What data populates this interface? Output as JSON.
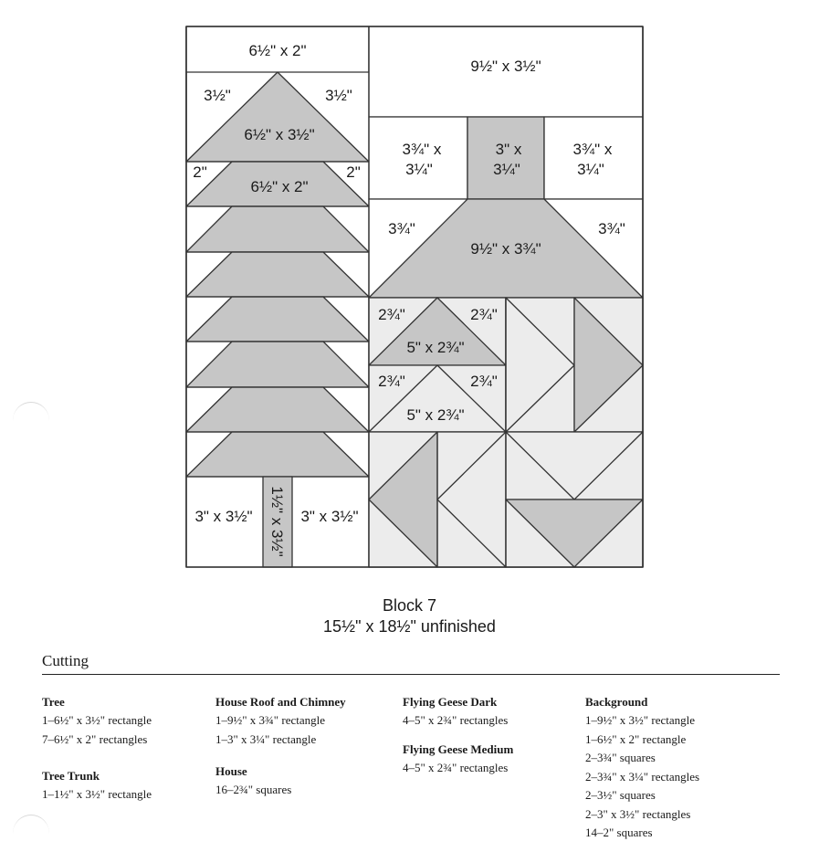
{
  "block": {
    "name": "Block 7",
    "size": "15½\" x 18½\" unfinished"
  },
  "colors": {
    "medium": "#c6c6c6",
    "light": "#ececec",
    "background": "#ffffff",
    "line": "#333333"
  },
  "diagram_labels": {
    "tree_top_rect": "6½\" x 2\"",
    "tree_left_corner_1": "3½\"",
    "tree_right_corner_1": "3½\"",
    "tree_top_triangle": "6½\" x 3½\"",
    "tree_left_corner_2": "2\"",
    "tree_right_corner_2": "2\"",
    "tree_second_tier": "6½\" x 2\"",
    "trunk_left": "3\" x 3½\"",
    "trunk": "1½\" x 3½\"",
    "trunk_right": "3\" x 3½\"",
    "house_top_rect": "9½\" x 3½\"",
    "chimney_left_a": "3¾\" x",
    "chimney_left_b": "3¼\"",
    "chimney_a": "3\" x",
    "chimney_b": "3¼\"",
    "chimney_right_a": "3¾\" x",
    "chimney_right_b": "3¼\"",
    "roof_left_corner": "3¾\"",
    "roof_right_corner": "3¾\"",
    "roof": "9½\" x 3¾\"",
    "goose1_left": "2¾\"",
    "goose1_right": "2¾\"",
    "goose1": "5\" x 2¾\"",
    "goose2_left": "2¾\"",
    "goose2_right": "2¾\"",
    "goose2": "5\" x 2¾\""
  },
  "cutting": {
    "heading": "Cutting",
    "tree": {
      "title": "Tree",
      "items": [
        "1–6½\" x 3½\" rectangle",
        "7–6½\" x 2\" rectangles"
      ]
    },
    "tree_trunk": {
      "title": "Tree Trunk",
      "items": [
        "1–1½\" x 3½\" rectangle"
      ]
    },
    "house_roof_chimney": {
      "title": "House Roof and Chimney",
      "items": [
        "1–9½\" x 3¾\" rectangle",
        "1–3\" x 3¼\" rectangle"
      ]
    },
    "house": {
      "title": "House",
      "items": [
        "16–2¾\" squares"
      ]
    },
    "flying_geese_dark": {
      "title": "Flying Geese Dark",
      "items": [
        "4–5\" x 2¾\" rectangles"
      ]
    },
    "flying_geese_medium": {
      "title": "Flying Geese Medium",
      "items": [
        "4–5\" x 2¾\" rectangles"
      ]
    },
    "background": {
      "title": "Background",
      "items": [
        "1–9½\" x 3½\" rectangle",
        "1–6½\" x 2\" rectangle",
        "2–3¾\" squares",
        "2–3¾\" x 3¼\" rectangles",
        "2–3½\" squares",
        "2–3\" x 3½\" rectangles",
        "14–2\" squares"
      ]
    }
  }
}
